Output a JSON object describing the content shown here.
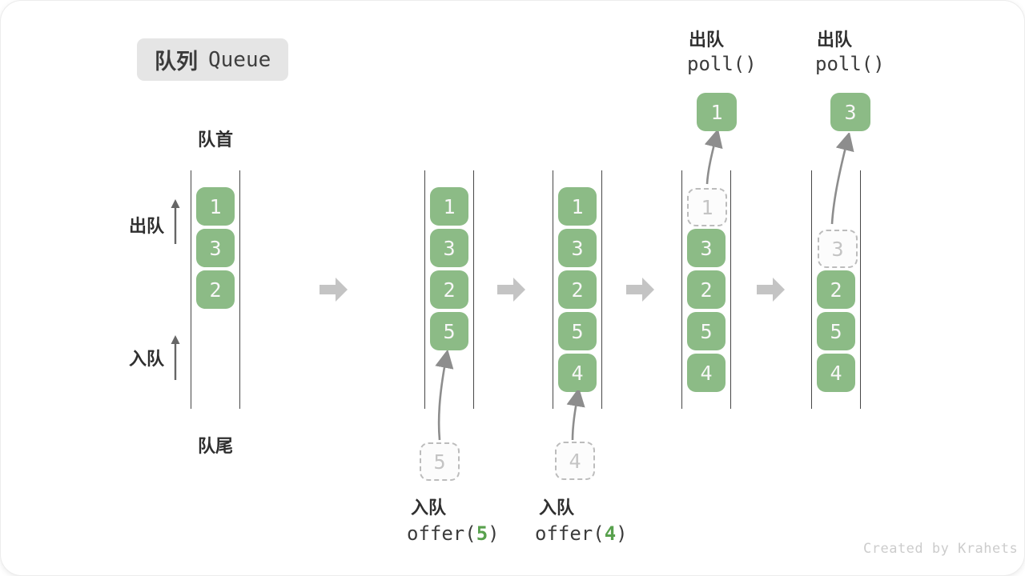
{
  "title": {
    "zh": "队列",
    "en": "Queue"
  },
  "labels": {
    "front": "队首",
    "rear": "队尾",
    "dequeue": "出队",
    "enqueue": "入队"
  },
  "columns": [
    {
      "slots": [
        "1",
        "3",
        "2"
      ]
    },
    {
      "slots": [
        "1",
        "3",
        "2",
        "5"
      ],
      "incoming": "5"
    },
    {
      "slots": [
        "1",
        "3",
        "2",
        "5",
        "4"
      ],
      "incoming": "4"
    },
    {
      "slots": [
        "3",
        "2",
        "5",
        "4"
      ],
      "ghost": "1",
      "popped": "1"
    },
    {
      "slots": [
        "2",
        "5",
        "4"
      ],
      "ghost": "3",
      "popped": "3"
    }
  ],
  "operations": {
    "enqueue5": {
      "label": "入队",
      "code_open": "offer(",
      "arg": "5",
      "code_close": ")"
    },
    "enqueue4": {
      "label": "入队",
      "code_open": "offer(",
      "arg": "4",
      "code_close": ")"
    },
    "poll1": {
      "label": "出队",
      "code": "poll()"
    },
    "poll2": {
      "label": "出队",
      "code": "poll()"
    }
  },
  "watermark": "Created by Krahets",
  "colors": {
    "box_green": "#8cbb86",
    "code_green": "#58a14d",
    "block_arrow": "#c4c4c4",
    "curve_arrow": "#8d8d8d"
  }
}
